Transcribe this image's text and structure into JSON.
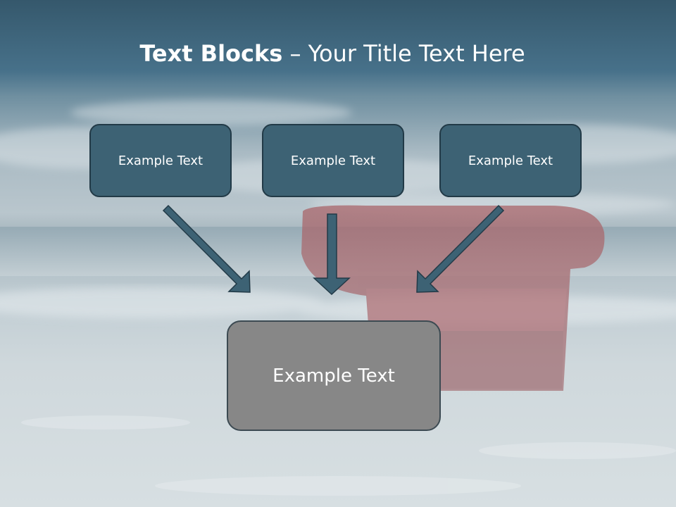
{
  "slide": {
    "title_bold": "Text Blocks",
    "title_dash": " – ",
    "title_rest": "Your Title Text Here",
    "boxes": [
      {
        "label": "Example Text"
      },
      {
        "label": "Example Text"
      },
      {
        "label": "Example Text"
      }
    ],
    "target_box": {
      "label": "Example Text"
    },
    "colors": {
      "header_band": "#3f6a80",
      "box_fill": "#3d6274",
      "box_border": "#223a47",
      "target_fill": "#878787",
      "arrow": "#3d6274"
    },
    "background": "beach-armchair-photo"
  }
}
